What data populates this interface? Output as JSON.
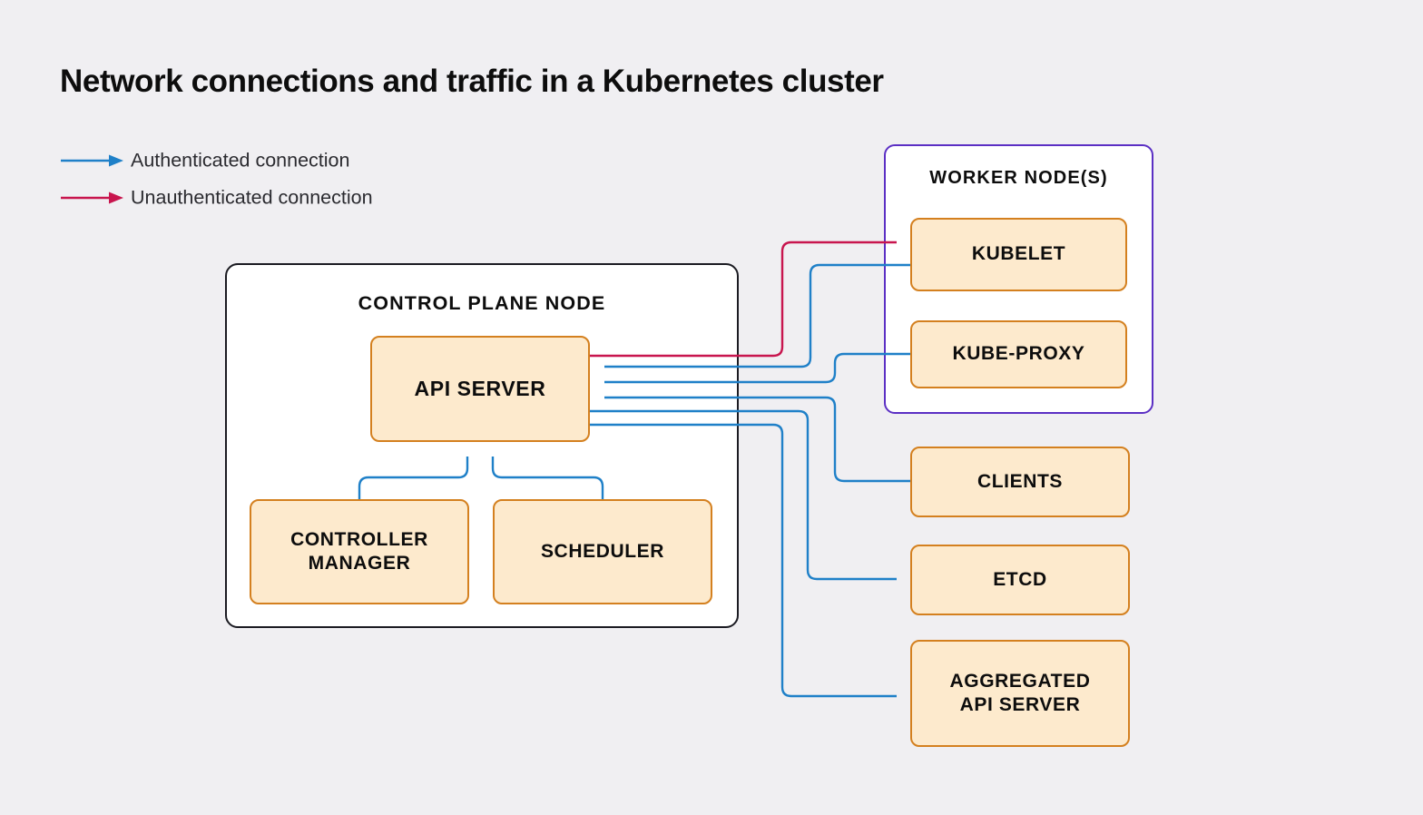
{
  "title": "Network connections and traffic in a Kubernetes cluster",
  "colors": {
    "background": "#f0eff2",
    "authenticated": "#1f80c8",
    "unauthenticated": "#c8154e",
    "component_fill": "#fdeacd",
    "component_border": "#d4801f",
    "control_plane_border": "#1b1b22",
    "worker_node_border": "#5b2fc4",
    "text": "#0d0d0d"
  },
  "legend": {
    "items": [
      {
        "label": "Authenticated connection",
        "color": "#1f80c8",
        "kind": "authenticated"
      },
      {
        "label": "Unauthenticated connection",
        "color": "#c8154e",
        "kind": "unauthenticated"
      }
    ]
  },
  "control_plane": {
    "title": "CONTROL PLANE NODE",
    "components": [
      {
        "id": "api-server",
        "label": "API SERVER",
        "font_size": 23
      },
      {
        "id": "controller-manager",
        "label": "CONTROLLER\nMANAGER",
        "font_size": 21
      },
      {
        "id": "scheduler",
        "label": "SCHEDULER",
        "font_size": 21
      }
    ]
  },
  "worker_node": {
    "title": "WORKER NODE(S)",
    "components": [
      {
        "id": "kubelet",
        "label": "KUBELET",
        "font_size": 21
      },
      {
        "id": "kube-proxy",
        "label": "KUBE-PROXY",
        "font_size": 21
      }
    ]
  },
  "external_components": [
    {
      "id": "clients",
      "label": "CLIENTS",
      "font_size": 21
    },
    {
      "id": "etcd",
      "label": "ETCD",
      "font_size": 21
    },
    {
      "id": "aggregated-api-server",
      "label": "AGGREGATED\nAPI SERVER",
      "font_size": 21
    }
  ],
  "connections": [
    {
      "id": "api-server-to-kubelet",
      "from": "api-server",
      "to": "kubelet",
      "kind": "unauthenticated",
      "arrow_at": "kubelet"
    },
    {
      "id": "kubelet-to-api-server",
      "from": "kubelet",
      "to": "api-server",
      "kind": "authenticated",
      "arrow_at": "api-server"
    },
    {
      "id": "kube-proxy-to-api-server",
      "from": "kube-proxy",
      "to": "api-server",
      "kind": "authenticated",
      "arrow_at": "api-server"
    },
    {
      "id": "clients-to-api-server",
      "from": "clients",
      "to": "api-server",
      "kind": "authenticated",
      "arrow_at": "api-server"
    },
    {
      "id": "api-server-to-etcd",
      "from": "api-server",
      "to": "etcd",
      "kind": "authenticated",
      "arrow_at": "etcd"
    },
    {
      "id": "api-server-to-aggregated-api-server",
      "from": "api-server",
      "to": "aggregated-api-server",
      "kind": "authenticated",
      "arrow_at": "aggregated-api-server"
    },
    {
      "id": "controller-manager-to-api-server",
      "from": "controller-manager",
      "to": "api-server",
      "kind": "authenticated",
      "arrow_at": "api-server"
    },
    {
      "id": "scheduler-to-api-server",
      "from": "scheduler",
      "to": "api-server",
      "kind": "authenticated",
      "arrow_at": "api-server"
    }
  ]
}
